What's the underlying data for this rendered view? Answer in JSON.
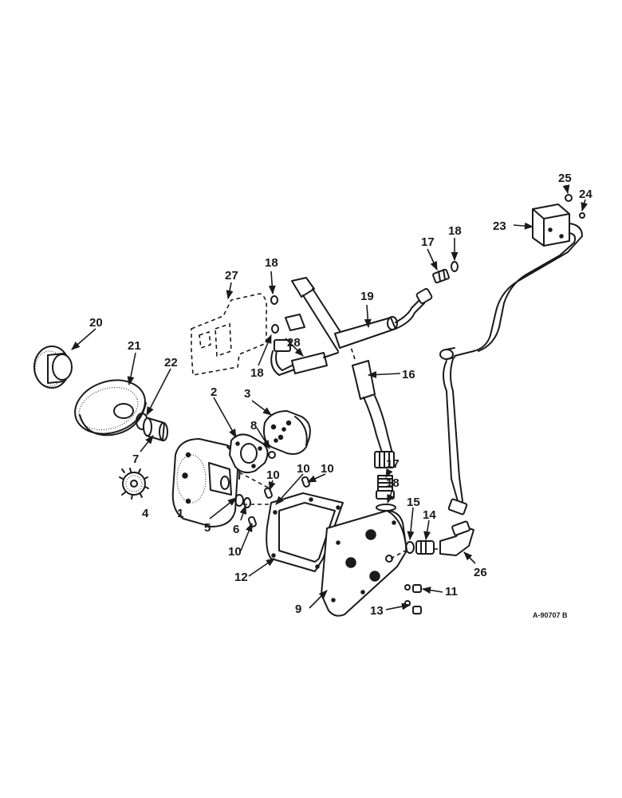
{
  "diagram": {
    "drawing_number": "A-90707 B",
    "callouts": [
      "1",
      "2",
      "3",
      "4",
      "5",
      "6",
      "7",
      "8",
      "9",
      "10",
      "10",
      "10",
      "10",
      "11",
      "12",
      "13",
      "14",
      "15",
      "16",
      "17",
      "17",
      "18",
      "18",
      "18",
      "18",
      "19",
      "20",
      "21",
      "22",
      "23",
      "24",
      "25",
      "26",
      "27",
      "28"
    ]
  }
}
